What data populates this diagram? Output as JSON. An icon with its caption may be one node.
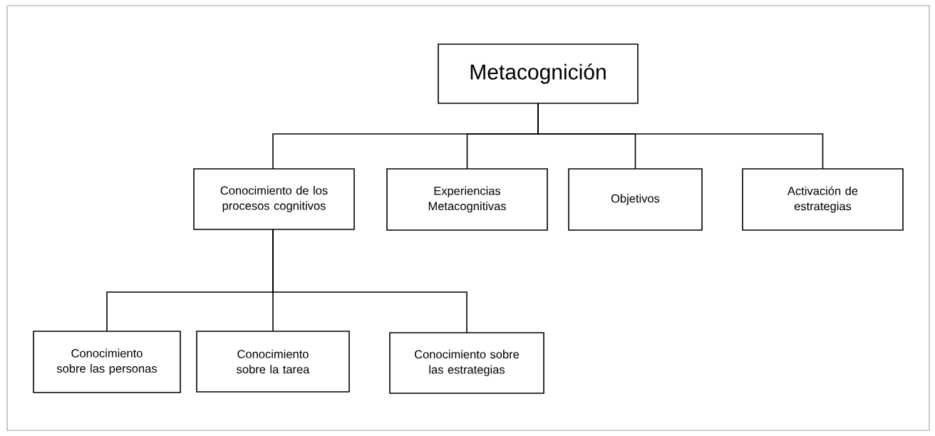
{
  "diagram": {
    "nodes": [
      {
        "text": [
          "Metacognición"
        ]
      },
      {
        "text": [
          "Conocimiento de los procesos cognitivos"
        ]
      },
      {
        "text": [
          "Experiencias Metacognitivas"
        ]
      },
      {
        "text": [
          "Objetivos"
        ]
      },
      {
        "text": [
          "Activación de estrategias"
        ]
      },
      {
        "text": [
          "Conocimiento sobre las personas"
        ]
      },
      {
        "text": [
          "Conocimiento sobre la tarea"
        ]
      },
      {
        "text": [
          "Conocimiento sobre las estrategias"
        ]
      }
    ],
    "edges": [
      {
        "from": 0,
        "to": 1,
        "arrow": "none"
      },
      {
        "from": 0,
        "to": 2,
        "arrow": "none"
      },
      {
        "from": 0,
        "to": 3,
        "arrow": "none"
      },
      {
        "from": 0,
        "to": 4,
        "arrow": "none"
      },
      {
        "from": 1,
        "to": 5,
        "arrow": "none"
      },
      {
        "from": 1,
        "to": 6,
        "arrow": "none"
      },
      {
        "from": 1,
        "to": 7,
        "arrow": "none"
      }
    ]
  }
}
